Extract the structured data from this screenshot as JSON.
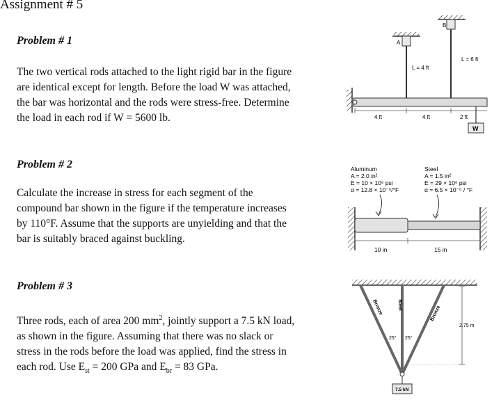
{
  "header": {
    "title": "Assignment # 5"
  },
  "problems": [
    {
      "title": "Problem # 1",
      "lines": [
        "The two vertical rods attached to the light rigid bar in the figure",
        "are identical except for length. Before the load W was attached,",
        "the bar was horizontal and the rods were stress-free. Determine",
        "the load in each rod if W = 5600 lb."
      ],
      "figure": {
        "support_a": "A",
        "support_b": "B",
        "rod_a_length": "L = 4 ft",
        "rod_b_length": "L = 6 ft",
        "dim_1": "4 ft",
        "dim_2": "4 ft",
        "dim_3": "2 ft",
        "load": "W"
      }
    },
    {
      "title": "Problem # 2",
      "lines": [
        "Calculate the increase in stress for each segment of the",
        "compound bar shown in the figure if the temperature increases",
        "by 110°F. Assume that the supports are unyielding and that the",
        "bar is suitably braced against buckling."
      ],
      "figure": {
        "alum_name": "Aluminum",
        "alum_area": "A = 2.0 in²",
        "alum_e": "E = 10 × 10⁶ psi",
        "alum_alpha": "α = 12.8 × 10⁻⁶/°F",
        "steel_name": "Steel",
        "steel_area": "A = 1.5 in²",
        "steel_e": "E = 29 × 10⁶ psi",
        "steel_alpha": "α = 6.5 × 10⁻⁶ / °F",
        "dim_1": "10 in",
        "dim_2": "15 in"
      }
    },
    {
      "title": "Problem # 3",
      "line1_a": "Three rods, each of area 200 mm",
      "line1_sup": "2",
      "line1_b": ", jointly support a 7.5 kN load,",
      "line2": "as shown in the figure. Assuming that there was no slack or",
      "line3": "stress in the rods before the load was applied, find the stress in",
      "line4_a": "each rod. Use E",
      "line4_sub1": "st",
      "line4_b": " = 200 GPa and E",
      "line4_sub2": "br",
      "line4_c": " = 83 GPa.",
      "figure": {
        "rod_left": "Bronze",
        "rod_mid": "Steel",
        "rod_right": "Bronze",
        "angle_1": "25°",
        "angle_2": "25°",
        "height": "2.75 m",
        "load": "7.5 kN"
      }
    }
  ]
}
